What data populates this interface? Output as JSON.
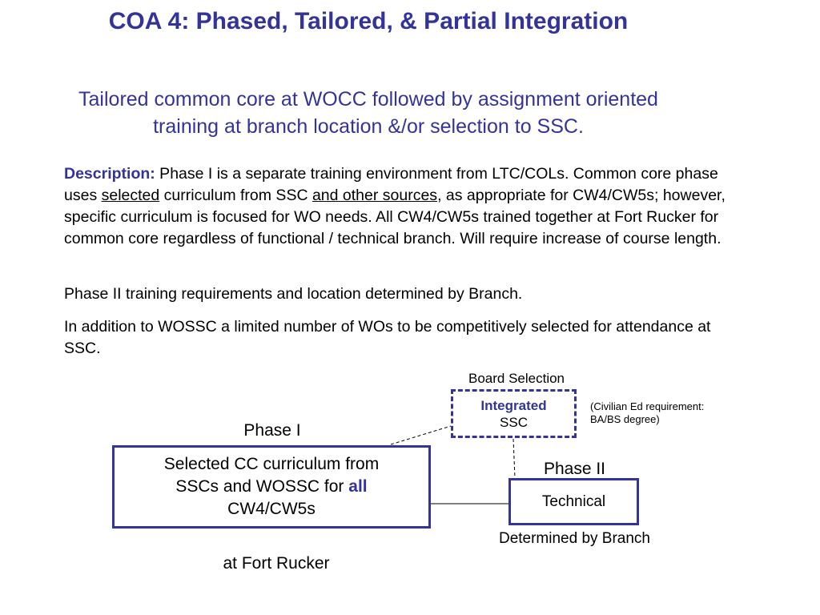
{
  "slide": {
    "title": "COA 4: Phased, Tailored, & Partial Integration",
    "subtitle": "Tailored common core at WOCC followed by assignment oriented training at branch location &/or selection to SSC.",
    "description": {
      "label": "Description:",
      "text_1": " Phase I is a separate training environment from LTC/COLs. Common core phase uses ",
      "underline_1": "selected",
      "text_2": " curriculum from SSC ",
      "underline_2": "and other sources",
      "text_3": ", as appropriate for CW4/CW5s; however, specific curriculum is focused for WO needs. All CW4/CW5s trained together at Fort Rucker for common core regardless of functional / technical branch. Will require increase of course length."
    },
    "paragraph_2": "Phase II training requirements and location determined by Branch.",
    "paragraph_3": "In addition to WOSSC a limited number of WOs to be competitively selected for attendance at SSC."
  },
  "diagram": {
    "phase1_label": "Phase I",
    "phase1_box": {
      "line_1": "Selected CC curriculum from",
      "line_2_prefix": "SSCs and WOSSC for ",
      "line_2_emphasis": "all",
      "line_3": "CW4/CW5s"
    },
    "phase1_location": "at Fort Rucker",
    "board_selection_label": "Board Selection",
    "ssc_box": {
      "line_1": "Integrated",
      "line_2": "SSC"
    },
    "civilian_note": {
      "line_1": "(Civilian Ed requirement:",
      "line_2": "BA/BS degree)"
    },
    "phase2_label": "Phase II",
    "phase2_box": "Technical",
    "phase2_note": "Determined by Branch"
  }
}
